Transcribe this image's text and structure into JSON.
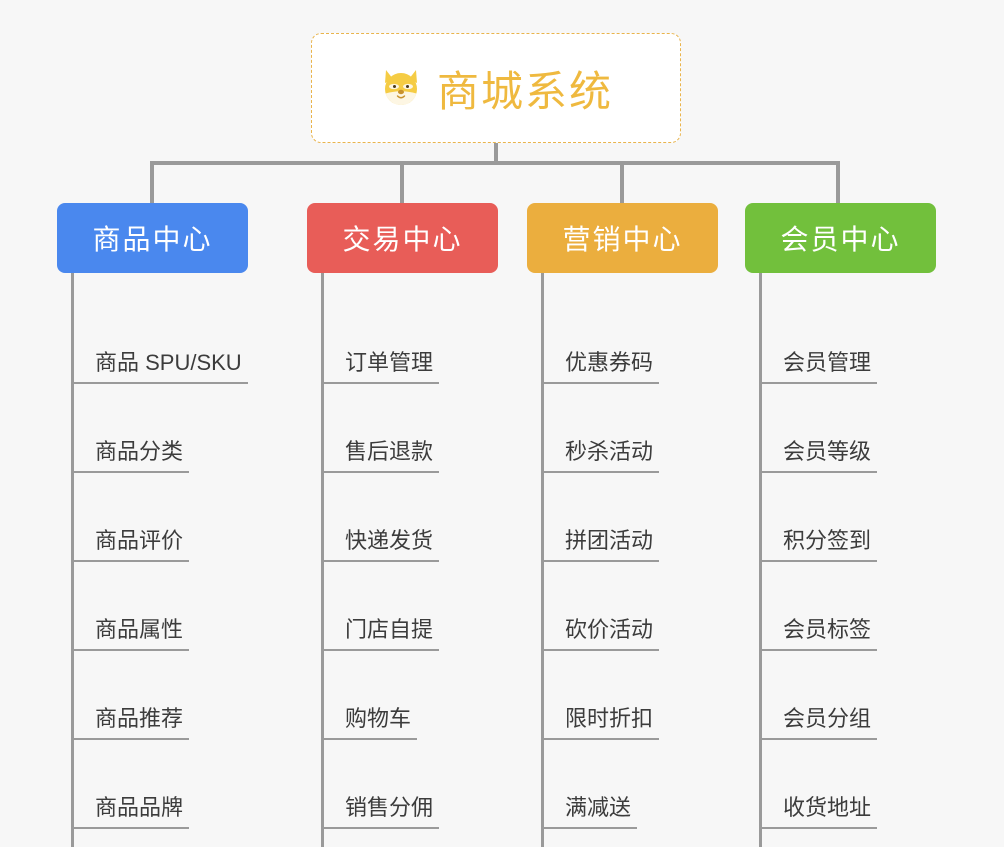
{
  "root": {
    "icon": "shiba-dog-face-icon",
    "emoji": "🐕",
    "title": "商城系统",
    "title_color": "#efb93f",
    "border_color": "#e9b44c"
  },
  "connector_color": "#9a9a9a",
  "background_color": "#f7f7f7",
  "branches": [
    {
      "label": "商品中心",
      "color": "#4a88ee",
      "items": [
        "商品 SPU/SKU",
        "商品分类",
        "商品评价",
        "商品属性",
        "商品推荐",
        "商品品牌"
      ]
    },
    {
      "label": "交易中心",
      "color": "#e85d58",
      "items": [
        "订单管理",
        "售后退款",
        "快递发货",
        "门店自提",
        "购物车",
        "销售分佣"
      ]
    },
    {
      "label": "营销中心",
      "color": "#ebae3e",
      "items": [
        "优惠券码",
        "秒杀活动",
        "拼团活动",
        "砍价活动",
        "限时折扣",
        "满减送"
      ]
    },
    {
      "label": "会员中心",
      "color": "#72c03c",
      "items": [
        "会员管理",
        "会员等级",
        "积分签到",
        "会员标签",
        "会员分组",
        "收货地址"
      ]
    }
  ]
}
